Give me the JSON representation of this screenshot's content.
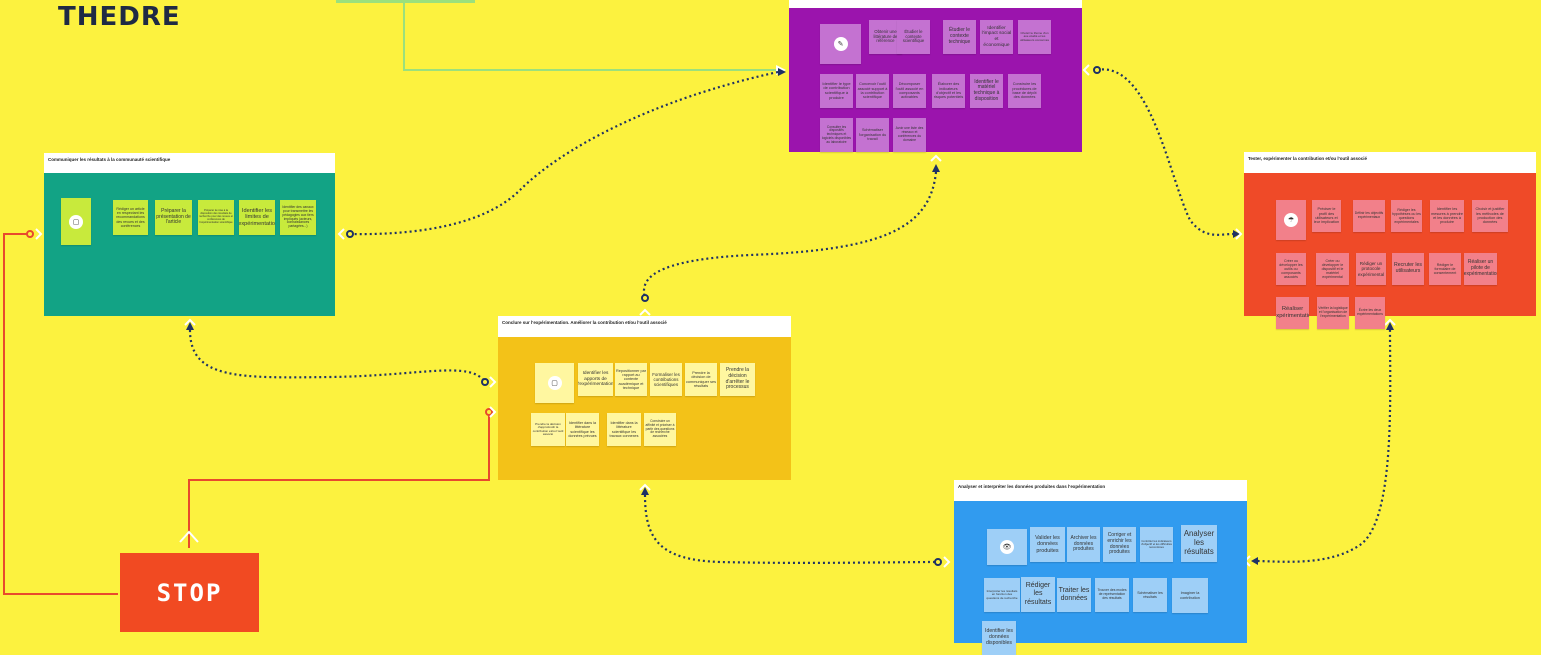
{
  "brand": "THEDRE",
  "stop_label": "STOP",
  "colors": {
    "background": "#fcf23f",
    "purple": "#9b14ad",
    "teal": "#12a385",
    "orange": "#f3c218",
    "red": "#ef4a28",
    "blue": "#319bef",
    "link": "#1f3264",
    "red_link": "#e84a2d",
    "green_link": "#9be07c"
  },
  "boards": {
    "purple": {
      "title": "",
      "icon": "pencil-icon",
      "notes": [
        "Obtenir une littérature de référence",
        "Étudier le contexte scientifique",
        "Étudier le contexte technique",
        "Identifier l'impact social et économique",
        "Choisir le thème d'un axe étudié et les utilisateurs concernés",
        "Identifier le type de contribution scientifique à produire",
        "Concevoir l'outil associé support à la contribution scientifique",
        "Décomposer l'outil associé en composants activables",
        "Élaborer des indicateurs d'objectif et les risques potentiels",
        "Identifier le matériel technique à disposition",
        "Construire les procédures de base de dépôt des données",
        "Consulter les dispositifs techniques et logiciels disponibles au laboratoire",
        "Schématiser l'organisation du travail",
        "Avoir une liste des réseaux et conférences du domaine"
      ]
    },
    "teal": {
      "title": "Communiquer les résultats à la communauté scientifique",
      "icon": "screen-icon",
      "notes": [
        "Rédiger un article en respectant les recommandations des revues et des conférences",
        "Préparer la présentation de l'article",
        "Préparer la mise à la disposition des résultats de recherche pour des revues et conférences de l'expérimentation scientifique",
        "Identifier les limites de l'expérimentation",
        "Identifier des canaux pour transmettre les pédagogies aux tiers impliqués (acteurs, connaissances partagées...)"
      ]
    },
    "orange": {
      "title": "Conclure sur l'expérimentation. Améliorer la contribution et/ou l'outil associé",
      "icon": "screen-icon",
      "notes": [
        "Identifier les apports de l'expérimentation",
        "Repositionner par rapport au contexte académique et technique",
        "Formaliser les contributions scientifiques",
        "Prendre la décision de communiquer ses résultats",
        "Prendre la décision d'arrêter le processus",
        "Prendre la décision d'approfondir la contribution et/ou l'outil associé",
        "Identifier dans la littérature scientifique les données prévues",
        "Identifier dans la littérature scientifique les travaux connexes",
        "Construire un affinité et prioriser à partir des questions de recherche associées"
      ]
    },
    "red": {
      "title": "Tester, expérimenter la contribution et/ou l'outil associé",
      "icon": "mask-icon",
      "notes": [
        "Préciser le profil des utilisateurs et leur implication",
        "Définir les objectifs expérimentaux",
        "Rédiger les hypothèses ou les questions expérimentales",
        "Identifier les mesures à prendre et les données à produire",
        "Choisir et justifier les méthodes de production des données",
        "Créer ou développer les outils ou composants associés",
        "Créer ou développer le dispositif et le matériel expérimental",
        "Rédiger un protocole expérimental",
        "Recruter les utilisateurs",
        "Rédiger le formulaire de consentement",
        "Réaliser un pilote de l'expérimentation",
        "Réaliser l'expérimentation",
        "Vérifier la logistique et l'organisation de l'expérimentation",
        "Écrire les deux expérimentations"
      ]
    },
    "blue": {
      "title": "Analyser et interpréter les données produites dans l'expérimentation",
      "icon": "eye-icon",
      "notes": [
        "Valider les données produites",
        "Archiver les données produites",
        "Corriger et enrichir les données produites",
        "Contrôler les indicateurs d'objectif et les difficultés rencontrées",
        "Analyser les résultats",
        "Interpréter les résultats en fonction des questions de recherche",
        "Rédiger les résultats",
        "Traiter les données",
        "Trouver des modes de représentation des résultats",
        "Schématiser les résultats",
        "Imaginer la contribution",
        "Identifier les données disponibles"
      ]
    }
  }
}
